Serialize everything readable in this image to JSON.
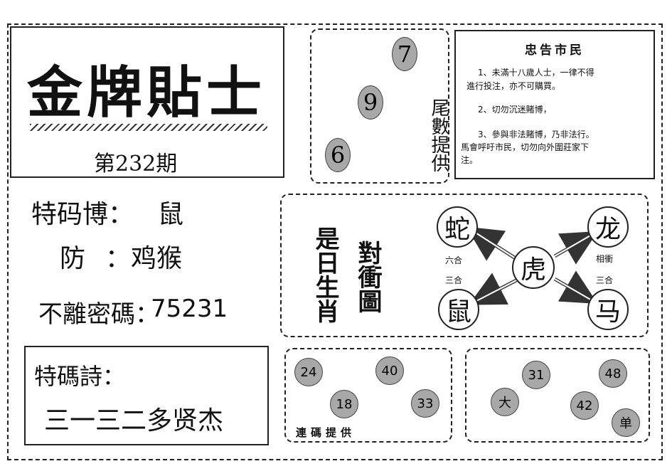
{
  "title": "金牌貼士",
  "issue": "第232期",
  "tail_numbers": [
    "7",
    "9",
    "6"
  ],
  "tail_label": "尾數提供",
  "notice": {
    "title": "忠告市民",
    "line1a": "1、未滿十八歲人士，一律不得",
    "line1b": "進行投注，亦不可購買。",
    "line2": "2、切勿沉迷賭博，",
    "line3a": "3、參與非法賭博，乃非法行。",
    "line3b": "馬會呼吁市民，切勿向外圍莊家下",
    "line3c": "注。"
  },
  "special": {
    "label": "特码博：",
    "value": "鼠",
    "guard_label": "防",
    "guard_sep": "：",
    "guard_value": "鸡猴",
    "code_label": "不離密碼：",
    "code_value": "75231"
  },
  "zodiac_chart": {
    "left_text": "是日生肖",
    "right_text": "對衝圖",
    "center": "虎",
    "top_left": "蛇",
    "top_right": "龙",
    "bottom_left": "鼠",
    "bottom_right": "马",
    "rel_left_top": "六合",
    "rel_left_bottom": "三合",
    "rel_right_top": "相衝",
    "rel_right_bottom": "三合"
  },
  "poem": {
    "label": "特碼詩：",
    "text": "三一三二多贤杰"
  },
  "combo": {
    "label": "連碼提供",
    "numbers": [
      "24",
      "40",
      "18",
      "33"
    ]
  },
  "extra": {
    "numbers": [
      "31",
      "48",
      "42"
    ],
    "size": "大",
    "parity": "单"
  }
}
